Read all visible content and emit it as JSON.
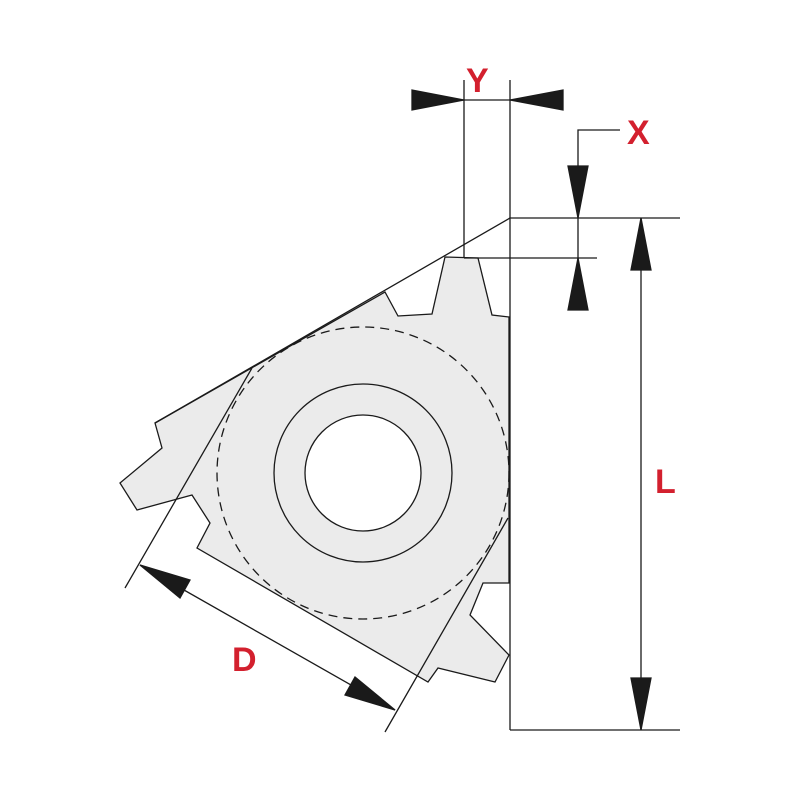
{
  "diagram": {
    "labels": {
      "y": "Y",
      "x": "X",
      "l": "L",
      "d": "D"
    },
    "colors": {
      "label": "#d3202e",
      "insert_fill": "#ebebeb",
      "line": "#1a1a1a"
    }
  }
}
